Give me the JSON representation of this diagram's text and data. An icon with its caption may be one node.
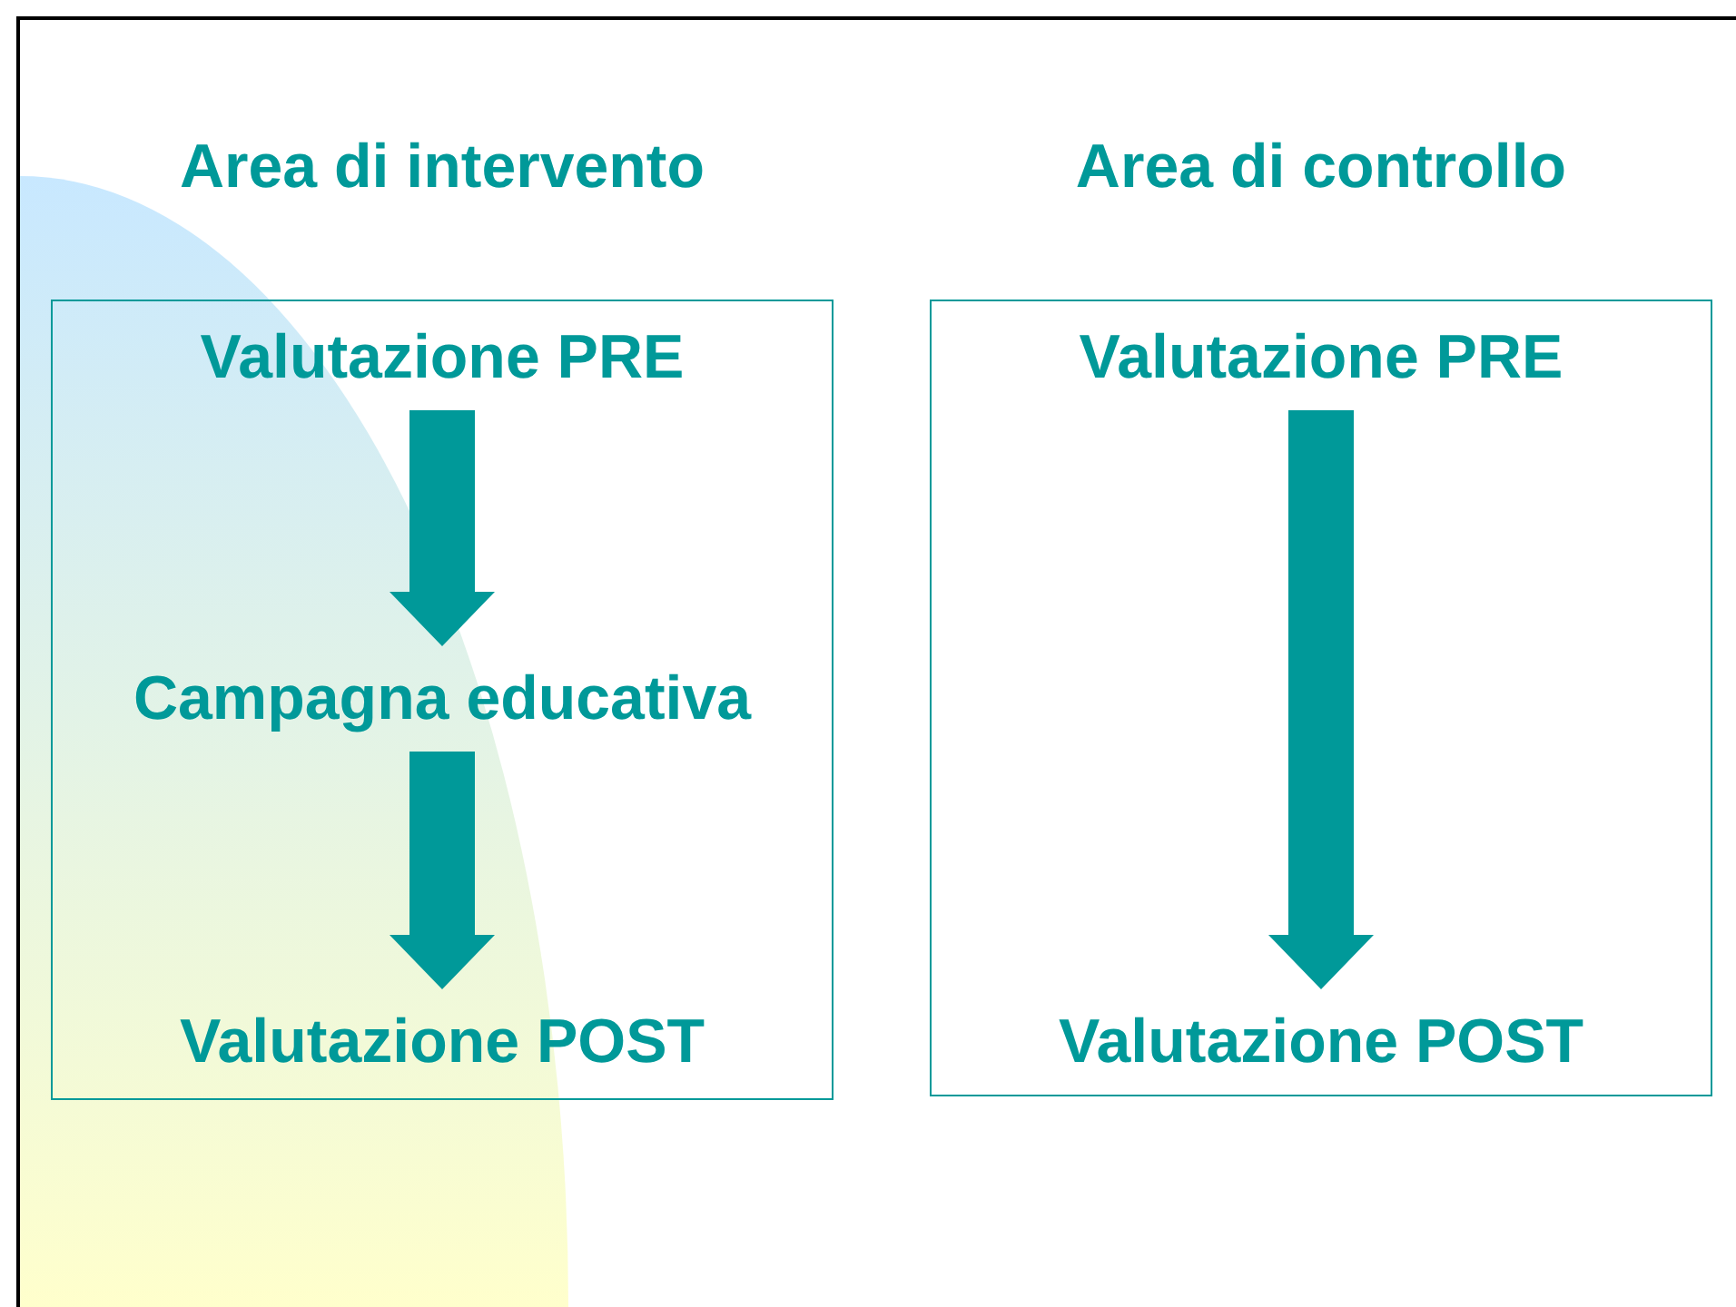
{
  "diagram": {
    "nodes": [
      {
        "text": [
          "Area di intervento"
        ]
      },
      {
        "text": [
          "Valutazione PRE"
        ],
        "in": 0
      },
      {
        "text": [
          "Campagna educativa"
        ],
        "in": 0
      },
      {
        "text": [
          "Valutazione POST"
        ],
        "in": 0
      },
      {
        "text": [
          "Area di controllo"
        ]
      },
      {
        "text": [
          "Valutazione PRE"
        ],
        "in": 4
      },
      {
        "text": [
          "Valutazione POST"
        ],
        "in": 4
      }
    ],
    "edges": [
      {
        "from": 1,
        "to": 2,
        "arrow": "to",
        "style": "thick"
      },
      {
        "from": 2,
        "to": 3,
        "arrow": "to",
        "style": "thick"
      },
      {
        "from": 5,
        "to": 6,
        "arrow": "to",
        "style": "thick"
      }
    ]
  }
}
